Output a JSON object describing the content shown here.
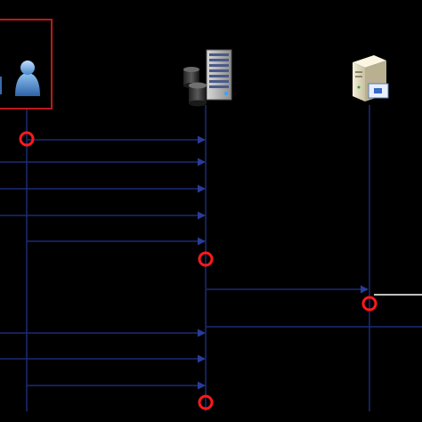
{
  "diagram": {
    "background": "#000000",
    "colors": {
      "lifeline": "#15205a",
      "arrow": "#1a2a78",
      "marker": "#ff1a1a",
      "highlight_box": "#c0181c",
      "white_segment": "#ffffff"
    },
    "actors": [
      {
        "id": "user",
        "icon": "user-icon"
      },
      {
        "id": "database-server",
        "icon": "database-server-icon"
      },
      {
        "id": "client-computer",
        "icon": "computer-icon"
      }
    ],
    "messages": [
      {
        "from": "user",
        "to": "database-server"
      },
      {
        "from": "offscreen-left",
        "to": "database-server"
      },
      {
        "from": "offscreen-left",
        "to": "database-server"
      },
      {
        "from": "offscreen-left",
        "to": "database-server"
      },
      {
        "from": "user",
        "to": "database-server"
      },
      {
        "from": "database-server",
        "to": "client-computer"
      },
      {
        "from": "client-computer",
        "to": "offscreen-right"
      },
      {
        "from": "database-server",
        "to": "offscreen-right"
      },
      {
        "from": "offscreen-left",
        "to": "database-server"
      },
      {
        "from": "offscreen-left",
        "to": "database-server"
      },
      {
        "from": "user",
        "to": "database-server"
      }
    ],
    "activation_markers": [
      {
        "on": "user"
      },
      {
        "on": "database-server"
      },
      {
        "on": "client-computer"
      },
      {
        "on": "database-server"
      }
    ]
  }
}
